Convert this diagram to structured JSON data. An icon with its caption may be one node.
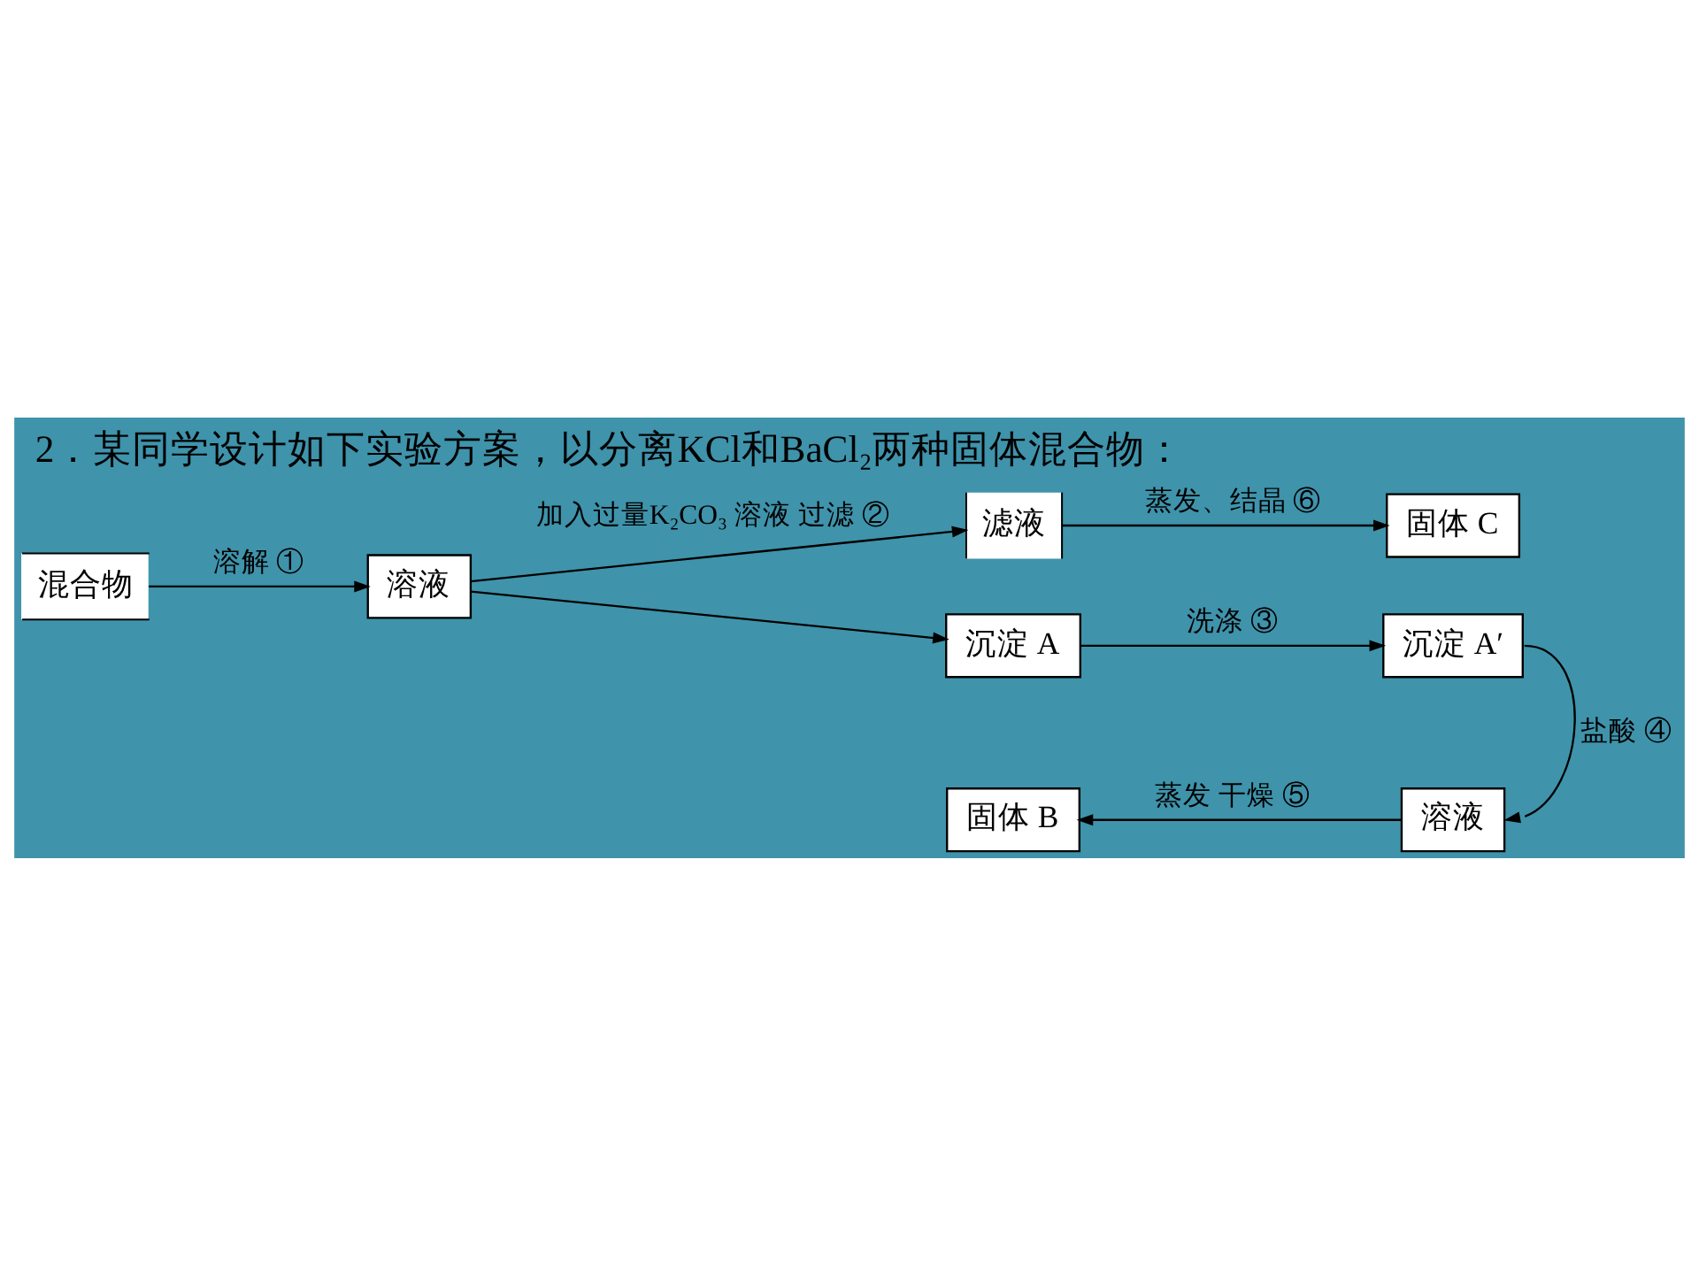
{
  "diagram": {
    "title": "2．某同学设计如下实验方案，以分离KCl和BaCl₂两种固体混合物：",
    "nodes": [
      {
        "text": [
          "混合物"
        ]
      },
      {
        "text": [
          "溶液"
        ]
      },
      {
        "text": [
          "滤液"
        ]
      },
      {
        "text": [
          "固体 C"
        ]
      },
      {
        "text": [
          "沉淀 A"
        ]
      },
      {
        "text": [
          "沉淀 A′"
        ]
      },
      {
        "text": [
          "溶液"
        ]
      },
      {
        "text": [
          "固体 B"
        ]
      }
    ],
    "edges": [
      {
        "from": 0,
        "to": 1,
        "arrow": "to",
        "label": "溶解 ①"
      },
      {
        "from": 1,
        "to": 2,
        "arrow": "to",
        "label": "加入过量K₂CO₃ 溶液 过滤 ②"
      },
      {
        "from": 1,
        "to": 4,
        "arrow": "to"
      },
      {
        "from": 2,
        "to": 3,
        "arrow": "to",
        "label": "蒸发、结晶 ⑥"
      },
      {
        "from": 4,
        "to": 5,
        "arrow": "to",
        "label": "洗涤 ③"
      },
      {
        "from": 5,
        "to": 6,
        "arrow": "to",
        "label": "盐酸 ④"
      },
      {
        "from": 6,
        "to": 7,
        "arrow": "to",
        "label": "蒸发 干燥 ⑤"
      }
    ]
  }
}
